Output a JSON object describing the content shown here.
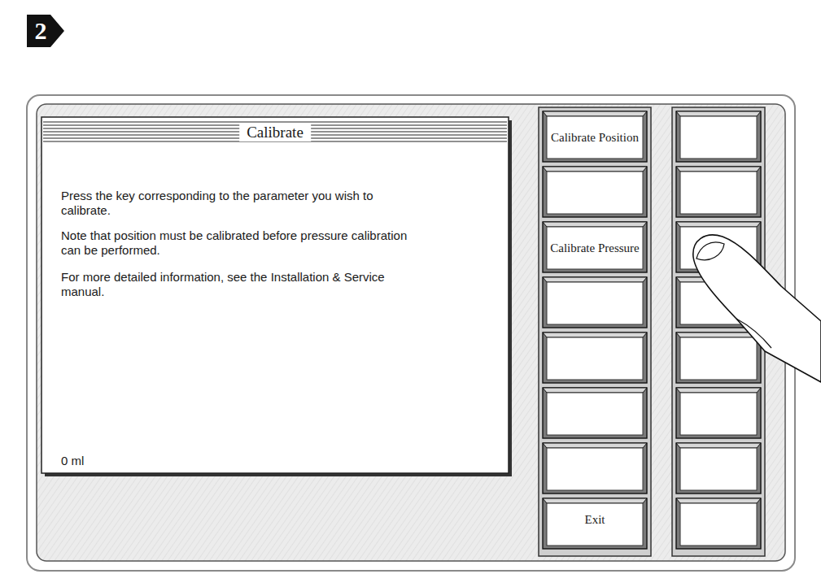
{
  "diagram": {
    "nodes": [
      {
        "text": [
          "Calibrate",
          "Press the key corresponding to the parameter you wish to calibrate.",
          "Note that position must be calibrated before pressure calibration can be performed.",
          "For more detailed information, see the Installation & Service manual.",
          "0 ml"
        ]
      },
      {
        "text": [
          "Calibrate Position"
        ]
      },
      {
        "text": [
          "Calibrate Pressure"
        ]
      },
      {
        "text": [
          "Exit"
        ]
      }
    ],
    "labels": [
      "2"
    ]
  }
}
